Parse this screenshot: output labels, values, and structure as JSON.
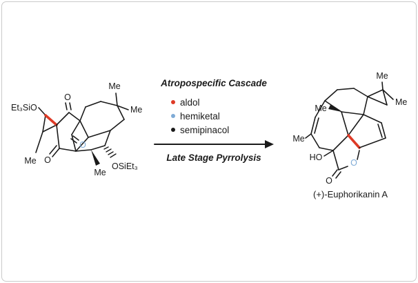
{
  "colors": {
    "bond": "#1a1a1a",
    "red": "#de3a26",
    "blue": "#7fabd6"
  },
  "reactant": {
    "labels": {
      "silyl_top": "Et₃SiO",
      "ketone_top_o": "O",
      "me_top": "Me",
      "me_right": "Me",
      "me_left": "Me",
      "ketone_bottom_o": "O",
      "ketone_blue_o": "O",
      "me_bottom": "Me",
      "silyl_bottom": "OSiEt₃"
    }
  },
  "arrow": {
    "title": "Atropospecific Cascade",
    "bullets": [
      {
        "label": "aldol",
        "color": "#de3a26"
      },
      {
        "label": "hemiketal",
        "color": "#7fabd6"
      },
      {
        "label": "semipinacol",
        "color": "#1a1a1a"
      }
    ],
    "subtitle": "Late Stage Pyrrolysis"
  },
  "product": {
    "labels": {
      "me_top": "Me",
      "me_right": "Me",
      "me_upper_left": "Me",
      "me_left": "Me",
      "hydroxyl": "HO",
      "lactone_blue_o": "O",
      "carbonyl_o": "O"
    },
    "name": "(+)-Euphorikanin A"
  }
}
